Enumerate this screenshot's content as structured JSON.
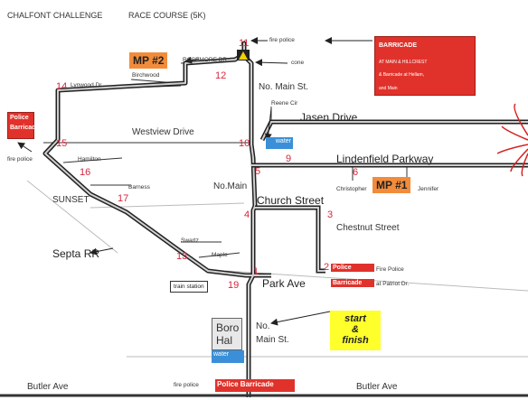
{
  "header": {
    "title": "CHALFONT CHALLENGE",
    "subtitle": "RACE COURSE (5K)"
  },
  "streets": {
    "lynwood": "Lynwood Dr.",
    "birchwood": "Birchwood",
    "rosemore": "ROSEMORE DR",
    "no_main_top": "No. Main St.",
    "reene": "Reene Cir",
    "jasen": "Jasen Drive",
    "westview": "Westview Drive",
    "lindenfield": "Lindenfield Parkway",
    "christopher": "Christopher",
    "jennifer": "Jennifer",
    "hamilton": "Hamilton",
    "barness": "Barness",
    "sunset": "SUNSET",
    "no_main_mid": "No.Main",
    "church": "Church Street",
    "chestnut": "Chestnut Street",
    "septa": "Septa RR",
    "swartz": "Swartz",
    "maple": "Maple",
    "park": "Park Ave",
    "no_main_bottom_1": "No.",
    "no_main_bottom_2": "Main St.",
    "butler_left": "Butler Ave",
    "butler_right": "Butler Ave"
  },
  "markers": [
    "1",
    "2",
    "3",
    "4",
    "5",
    "6",
    "9",
    "10",
    "11",
    "12",
    "13",
    "14",
    "15",
    "16",
    "17",
    "19"
  ],
  "labels": {
    "fire_police_top": "fire police",
    "cone": "cone",
    "barricade_title": "BARRICADE",
    "barricade_line1": "AT MAIN & HILLCREST",
    "barricade_line2": "& Barricade at Hellam,",
    "barricade_line3": "and Main",
    "mp2": "MP #2",
    "mp1": "MP #1",
    "police_barricade_left_1": "Police",
    "police_barricade_left_2": "Barricade",
    "fire_police_left": "fire police",
    "water_mid": "water",
    "police_right_1": "Police",
    "fire_police_right": "Fire Police",
    "barricade_right": "Barricade",
    "at_patriot": "at Patriot Dr.",
    "train_station": "train station",
    "boro_1": "Boro",
    "boro_2": "Hal",
    "water_bottom": "water",
    "start_1": "start",
    "start_2": "&",
    "start_3": "finish",
    "fire_police_bottom": "fire police",
    "police_barricade_bottom": "Police Barricade"
  },
  "colors": {
    "route": "#2a2a2a",
    "route_fill": "#cfcfcf",
    "barricade": "#e0322b",
    "mp": "#f28c3b",
    "water": "#3a8fd8",
    "start": "#ffff2b",
    "number": "#d7263d"
  }
}
